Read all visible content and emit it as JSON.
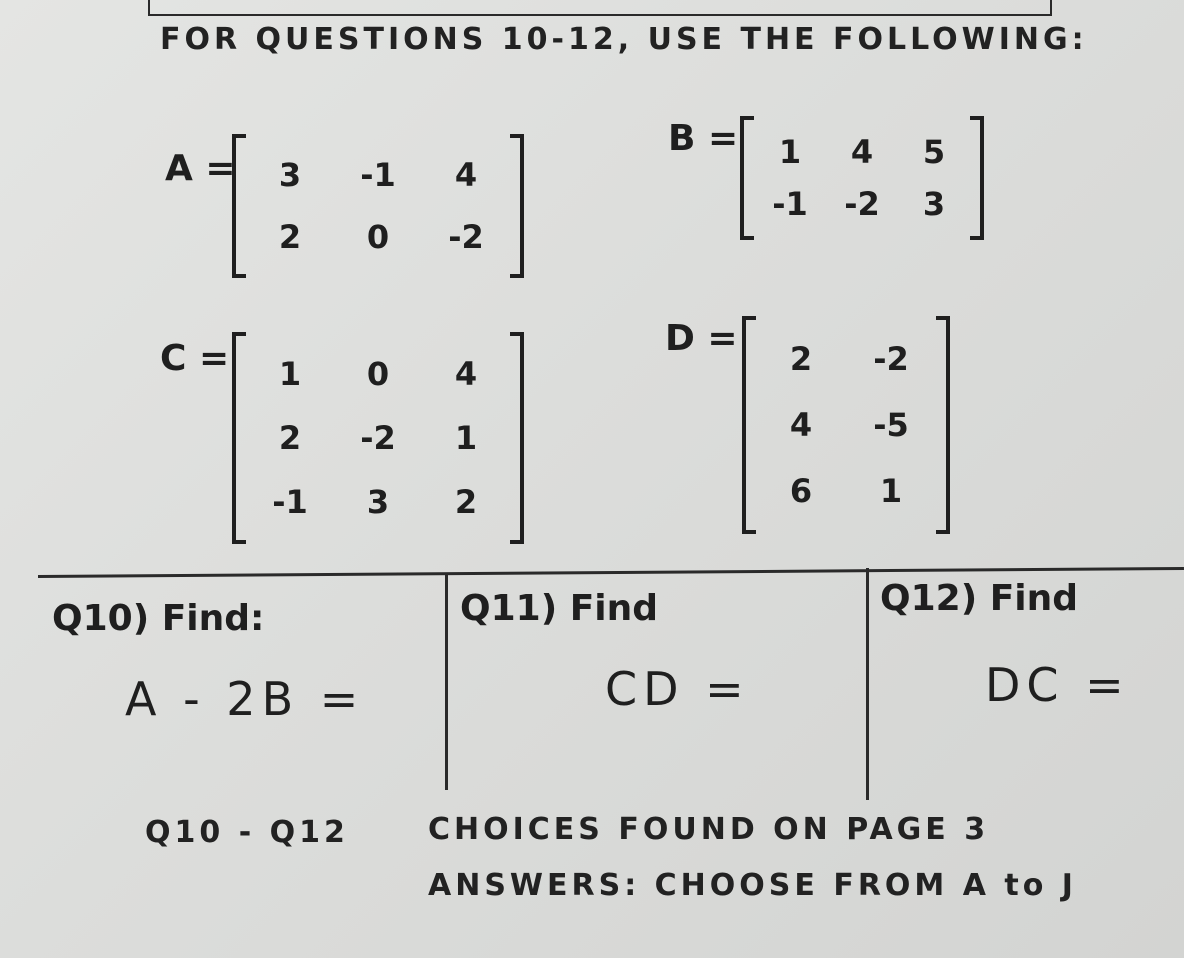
{
  "instruction": "FOR QUESTIONS 10-12, USE THE FOLLOWING:",
  "matrices": {
    "A": {
      "name": "A =",
      "rows": [
        [
          "3",
          "-1",
          "4"
        ],
        [
          "2",
          "0",
          "-2"
        ]
      ]
    },
    "B": {
      "name": "B =",
      "rows": [
        [
          "1",
          "4",
          "5"
        ],
        [
          "-1",
          "-2",
          "3"
        ]
      ]
    },
    "C": {
      "name": "C =",
      "rows": [
        [
          "1",
          "0",
          "4"
        ],
        [
          "2",
          "-2",
          "1"
        ],
        [
          "-1",
          "3",
          "2"
        ]
      ]
    },
    "D": {
      "name": "D =",
      "rows": [
        [
          "2",
          "-2"
        ],
        [
          "4",
          "-5"
        ],
        [
          "6",
          "1"
        ]
      ]
    }
  },
  "questions": [
    {
      "title": "Q10) Find:",
      "expression": "A - 2B ="
    },
    {
      "title": "Q11) Find",
      "expression": "CD ="
    },
    {
      "title": "Q12) Find",
      "expression": "DC ="
    }
  ],
  "footer": {
    "range": "Q10 - Q12",
    "line1": "CHOICES FOUND ON PAGE 3",
    "line2": "ANSWERS: CHOOSE FROM A to J"
  }
}
